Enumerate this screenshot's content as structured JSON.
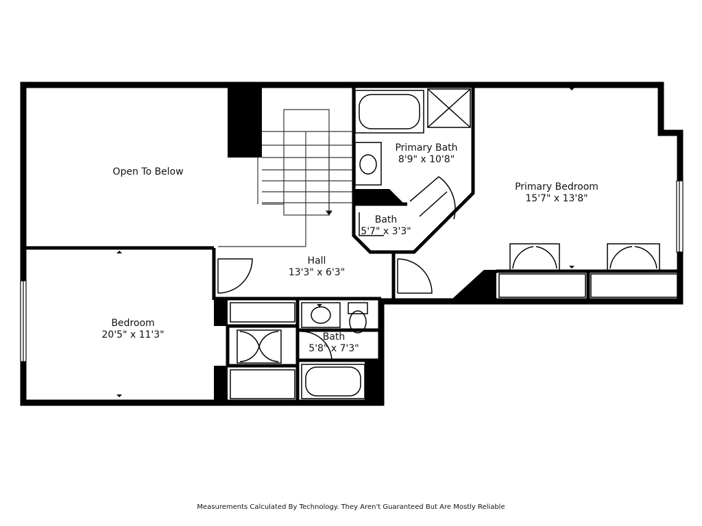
{
  "rooms": {
    "open_to_below": {
      "name": "Open To Below"
    },
    "primary_bath": {
      "name": "Primary Bath",
      "size": "8'9\" x 10'8\""
    },
    "primary_bedroom": {
      "name": "Primary Bedroom",
      "size": "15'7\" x 13'8\""
    },
    "bath_small": {
      "name": "Bath",
      "size": "5'7\" x 3'3\""
    },
    "hall": {
      "name": "Hall",
      "size": "13'3\" x 6'3\""
    },
    "bedroom": {
      "name": "Bedroom",
      "size": "20'5\" x 11'3\""
    },
    "bath_lower": {
      "name": "Bath",
      "size": "5'8\" x 7'3\""
    }
  },
  "footer": {
    "disclaimer": "Measurements Calculated By Technology. They Aren't Guaranteed But Are Mostly Reliable"
  }
}
